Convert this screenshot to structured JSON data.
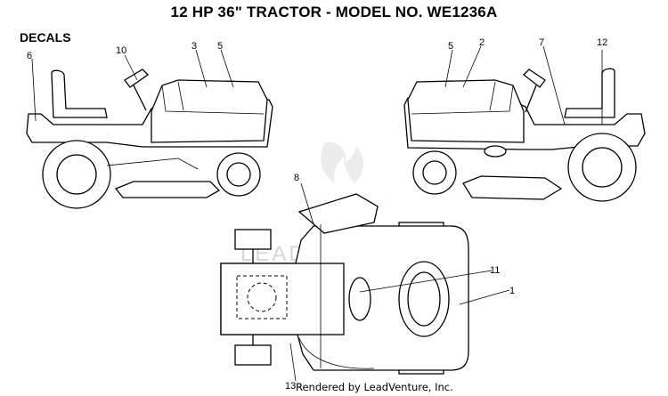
{
  "title": "12 HP 36\" TRACTOR - MODEL NO. WE1236A",
  "section_label": "DECALS",
  "watermark": "LEADVENTURE",
  "credit": "Rendered by LeadVenture, Inc.",
  "callouts": {
    "c1": "1",
    "c2": "2",
    "c3": "3",
    "c5a": "5",
    "c5b": "5",
    "c6": "6",
    "c7": "7",
    "c8": "8",
    "c10": "10",
    "c11": "11",
    "c12": "12",
    "c13": "13"
  }
}
